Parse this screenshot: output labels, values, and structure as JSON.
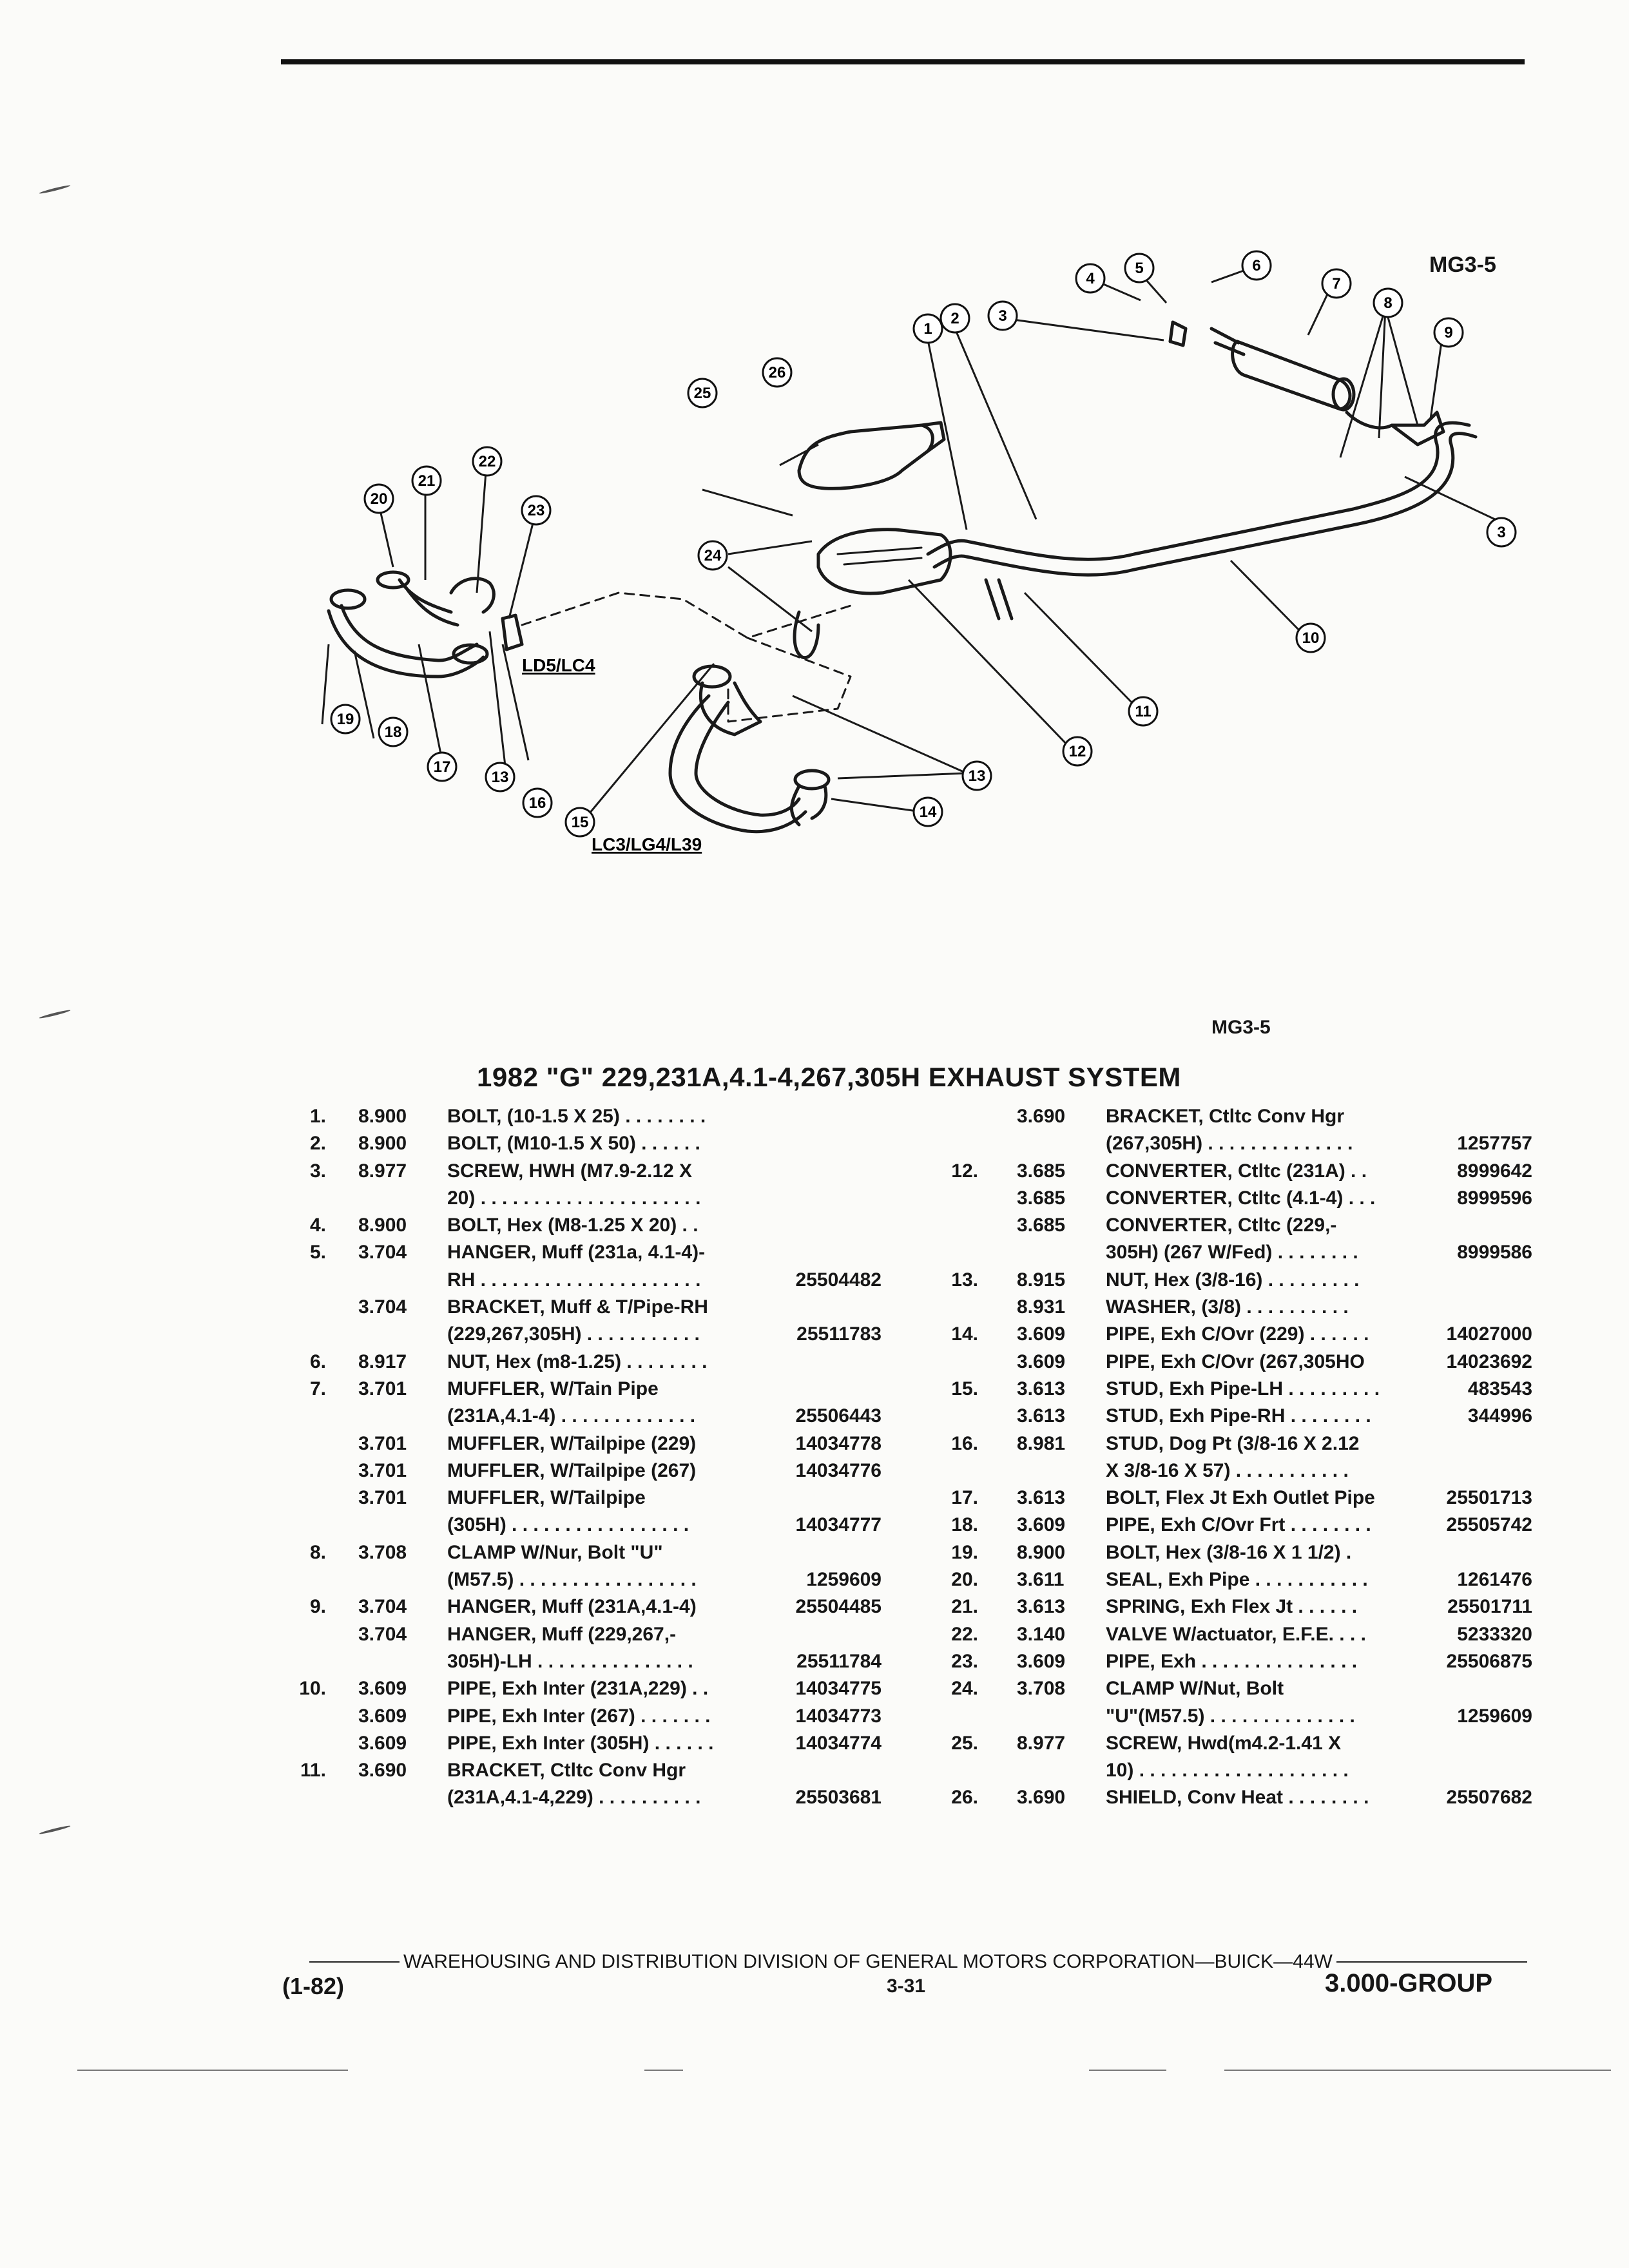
{
  "diagram": {
    "code": "MG3-5",
    "variant_labels": [
      "LD5/LC4",
      "LC3/LG4/L39"
    ],
    "callouts": [
      "1",
      "2",
      "3",
      "4",
      "5",
      "6",
      "7",
      "8",
      "9",
      "10",
      "11",
      "12",
      "13",
      "14",
      "15",
      "16",
      "17",
      "18",
      "19",
      "20",
      "21",
      "22",
      "23",
      "24",
      "25",
      "26"
    ]
  },
  "figure_code": "MG3-5",
  "title": "1982 \"G\" 229,231A,4.1-4,267,305H EXHAUST SYSTEM",
  "parts_left": [
    {
      "no": "1.",
      "grp": "8.900",
      "desc": "BOLT, (10-1.5 X 25) . . . . . . . .",
      "part": ""
    },
    {
      "no": "2.",
      "grp": "8.900",
      "desc": "BOLT, (M10-1.5 X 50) . . . . . .",
      "part": ""
    },
    {
      "no": "3.",
      "grp": "8.977",
      "desc": "SCREW, HWH (M7.9-2.12 X",
      "part": ""
    },
    {
      "no": "",
      "grp": "",
      "desc": "20) . . . . . . . . . . . . . . . . . . . . .",
      "part": ""
    },
    {
      "no": "4.",
      "grp": "8.900",
      "desc": "BOLT, Hex (M8-1.25 X 20) . .",
      "part": ""
    },
    {
      "no": "5.",
      "grp": "3.704",
      "desc": "HANGER, Muff (231a, 4.1-4)-",
      "part": ""
    },
    {
      "no": "",
      "grp": "",
      "desc": "RH . . . . . . . . . . . . . . . . . . . . .",
      "part": "25504482"
    },
    {
      "no": "",
      "grp": "3.704",
      "desc": "BRACKET, Muff & T/Pipe-RH",
      "part": ""
    },
    {
      "no": "",
      "grp": "",
      "desc": "(229,267,305H) . . . . . . . . . . .",
      "part": "25511783"
    },
    {
      "no": "6.",
      "grp": "8.917",
      "desc": "NUT, Hex (m8-1.25) . . . . . . . .",
      "part": ""
    },
    {
      "no": "7.",
      "grp": "3.701",
      "desc": "MUFFLER, W/Tain Pipe",
      "part": ""
    },
    {
      "no": "",
      "grp": "",
      "desc": "(231A,4.1-4) . . . . . . . . . . . . .",
      "part": "25506443"
    },
    {
      "no": "",
      "grp": "3.701",
      "desc": "MUFFLER, W/Tailpipe (229)",
      "part": "14034778"
    },
    {
      "no": "",
      "grp": "3.701",
      "desc": "MUFFLER, W/Tailpipe (267)",
      "part": "14034776"
    },
    {
      "no": "",
      "grp": "3.701",
      "desc": "MUFFLER, W/Tailpipe",
      "part": ""
    },
    {
      "no": "",
      "grp": "",
      "desc": "(305H) . . . . . . . . . . . . . . . . .",
      "part": "14034777"
    },
    {
      "no": "8.",
      "grp": "3.708",
      "desc": "CLAMP W/Nur, Bolt \"U\"",
      "part": ""
    },
    {
      "no": "",
      "grp": "",
      "desc": "(M57.5) . . . . . . . . . . . . . . . . .",
      "part": "1259609"
    },
    {
      "no": "9.",
      "grp": "3.704",
      "desc": "HANGER, Muff (231A,4.1-4)",
      "part": "25504485"
    },
    {
      "no": "",
      "grp": "3.704",
      "desc": "HANGER, Muff (229,267,-",
      "part": ""
    },
    {
      "no": "",
      "grp": "",
      "desc": "305H)-LH . . . . . . . . . . . . . . .",
      "part": "25511784"
    },
    {
      "no": "10.",
      "grp": "3.609",
      "desc": "PIPE, Exh Inter (231A,229) . .",
      "part": "14034775"
    },
    {
      "no": "",
      "grp": "3.609",
      "desc": "PIPE, Exh Inter (267) . . . . . . .",
      "part": "14034773"
    },
    {
      "no": "",
      "grp": "3.609",
      "desc": "PIPE, Exh Inter (305H) . . . . . .",
      "part": "14034774"
    },
    {
      "no": "11.",
      "grp": "3.690",
      "desc": "BRACKET, Ctltc Conv Hgr",
      "part": ""
    },
    {
      "no": "",
      "grp": "",
      "desc": "(231A,4.1-4,229) . . . . . . . . . .",
      "part": "25503681"
    }
  ],
  "parts_right": [
    {
      "no": "",
      "grp": "3.690",
      "desc": "BRACKET, Ctltc Conv Hgr",
      "part": ""
    },
    {
      "no": "",
      "grp": "",
      "desc": "(267,305H) . . . . . . . . . . . . . .",
      "part": "1257757"
    },
    {
      "no": "12.",
      "grp": "3.685",
      "desc": "CONVERTER, Ctltc (231A) . .",
      "part": "8999642"
    },
    {
      "no": "",
      "grp": "3.685",
      "desc": "CONVERTER, Ctltc (4.1-4) . . .",
      "part": "8999596"
    },
    {
      "no": "",
      "grp": "3.685",
      "desc": "CONVERTER, Ctltc (229,-",
      "part": ""
    },
    {
      "no": "",
      "grp": "",
      "desc": "305H) (267 W/Fed) . . . . . . . .",
      "part": "8999586"
    },
    {
      "no": "13.",
      "grp": "8.915",
      "desc": "NUT, Hex (3/8-16) . . . . . . . . .",
      "part": ""
    },
    {
      "no": "",
      "grp": "8.931",
      "desc": "WASHER, (3/8) . . . . . . . . . .",
      "part": ""
    },
    {
      "no": "14.",
      "grp": "3.609",
      "desc": "PIPE, Exh C/Ovr (229) . . . . . .",
      "part": "14027000"
    },
    {
      "no": "",
      "grp": "3.609",
      "desc": "PIPE, Exh C/Ovr (267,305HO",
      "part": "14023692"
    },
    {
      "no": "15.",
      "grp": "3.613",
      "desc": "STUD, Exh Pipe-LH . . . . . . . . .",
      "part": "483543"
    },
    {
      "no": "",
      "grp": "3.613",
      "desc": "STUD, Exh Pipe-RH . . . . . . . .",
      "part": "344996"
    },
    {
      "no": "16.",
      "grp": "8.981",
      "desc": "STUD, Dog Pt (3/8-16 X 2.12",
      "part": ""
    },
    {
      "no": "",
      "grp": "",
      "desc": "X 3/8-16 X 57) . . . . . . . . . . .",
      "part": ""
    },
    {
      "no": "17.",
      "grp": "3.613",
      "desc": "BOLT, Flex Jt Exh Outlet Pipe",
      "part": "25501713"
    },
    {
      "no": "18.",
      "grp": "3.609",
      "desc": "PIPE, Exh C/Ovr Frt . . . . . . . .",
      "part": "25505742"
    },
    {
      "no": "19.",
      "grp": "8.900",
      "desc": "BOLT, Hex (3/8-16 X 1 1/2) .",
      "part": ""
    },
    {
      "no": "20.",
      "grp": "3.611",
      "desc": "SEAL, Exh Pipe . . . . . . . . . . .",
      "part": "1261476"
    },
    {
      "no": "21.",
      "grp": "3.613",
      "desc": "SPRING, Exh Flex Jt . . . . . .",
      "part": "25501711"
    },
    {
      "no": "22.",
      "grp": "3.140",
      "desc": "VALVE W/actuator, E.F.E. . . .",
      "part": "5233320"
    },
    {
      "no": "23.",
      "grp": "3.609",
      "desc": "PIPE, Exh . . . . . . . . . . . . . . .",
      "part": "25506875"
    },
    {
      "no": "24.",
      "grp": "3.708",
      "desc": "CLAMP W/Nut, Bolt",
      "part": ""
    },
    {
      "no": "",
      "grp": "",
      "desc": "\"U\"(M57.5) . . . . . . . . . . . . . .",
      "part": "1259609"
    },
    {
      "no": "25.",
      "grp": "8.977",
      "desc": "SCREW, Hwd(m4.2-1.41 X",
      "part": ""
    },
    {
      "no": "",
      "grp": "",
      "desc": "10) . . . . . . . . . . . . . . . . . . . .",
      "part": ""
    },
    {
      "no": "26.",
      "grp": "3.690",
      "desc": "SHIELD, Conv Heat . . . . . . . .",
      "part": "25507682"
    }
  ],
  "footer": {
    "line": "WAREHOUSING AND DISTRIBUTION  DIVISION OF GENERAL MOTORS CORPORATION—BUICK—44W",
    "date": "(1-82)",
    "page": "3-31",
    "group": "3.000-GROUP"
  }
}
